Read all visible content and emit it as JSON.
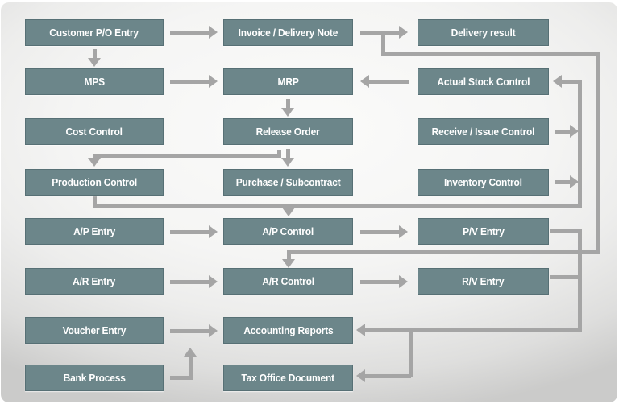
{
  "diagram": {
    "type": "flowchart",
    "colors": {
      "node_fill": "#6c868a",
      "node_text": "#ffffff",
      "connector": "#a5a5a5",
      "background_center": "#fafaf9",
      "background_edge": "#cbcbca"
    },
    "nodes": [
      {
        "name": "customer-po-entry",
        "label": "Customer P/O Entry",
        "col": 1,
        "row": 1
      },
      {
        "name": "invoice-delivery-note",
        "label": "Invoice / Delivery Note",
        "col": 2,
        "row": 1
      },
      {
        "name": "delivery-result",
        "label": "Delivery result",
        "col": 3,
        "row": 1
      },
      {
        "name": "mps",
        "label": "MPS",
        "col": 1,
        "row": 2
      },
      {
        "name": "mrp",
        "label": "MRP",
        "col": 2,
        "row": 2
      },
      {
        "name": "actual-stock-control",
        "label": "Actual Stock Control",
        "col": 3,
        "row": 2
      },
      {
        "name": "cost-control",
        "label": "Cost Control",
        "col": 1,
        "row": 3
      },
      {
        "name": "release-order",
        "label": "Release Order",
        "col": 2,
        "row": 3
      },
      {
        "name": "receive-issue-control",
        "label": "Receive / Issue Control",
        "col": 3,
        "row": 3
      },
      {
        "name": "production-control",
        "label": "Production Control",
        "col": 1,
        "row": 4
      },
      {
        "name": "purchase-subcontract",
        "label": "Purchase / Subcontract",
        "col": 2,
        "row": 4
      },
      {
        "name": "inventory-control",
        "label": "Inventory Control",
        "col": 3,
        "row": 4
      },
      {
        "name": "ap-entry",
        "label": "A/P Entry",
        "col": 1,
        "row": 5
      },
      {
        "name": "ap-control",
        "label": "A/P Control",
        "col": 2,
        "row": 5
      },
      {
        "name": "pv-entry",
        "label": "P/V Entry",
        "col": 3,
        "row": 5
      },
      {
        "name": "ar-entry",
        "label": "A/R Entry",
        "col": 1,
        "row": 6
      },
      {
        "name": "ar-control",
        "label": "A/R Control",
        "col": 2,
        "row": 6
      },
      {
        "name": "rv-entry",
        "label": "R/V Entry",
        "col": 3,
        "row": 6
      },
      {
        "name": "voucher-entry",
        "label": "Voucher Entry",
        "col": 1,
        "row": 7
      },
      {
        "name": "accounting-reports",
        "label": "Accounting Reports",
        "col": 2,
        "row": 7
      },
      {
        "name": "bank-process",
        "label": "Bank Process",
        "col": 1,
        "row": 8
      },
      {
        "name": "tax-office-document",
        "label": "Tax Office Document",
        "col": 2,
        "row": 8
      }
    ],
    "edges": [
      "customer-po-entry -> invoice-delivery-note",
      "customer-po-entry -> mps",
      "invoice-delivery-note -> delivery-result",
      "invoice-delivery-note -> ar-control",
      "mps -> mrp",
      "actual-stock-control -> mrp",
      "mrp -> release-order",
      "release-order -> purchase-subcontract",
      "release-order -> production-control",
      "receive-issue-control -> actual-stock-control",
      "inventory-control -> actual-stock-control",
      "production-control -> ap-control",
      "ap-entry -> ap-control",
      "ap-control -> pv-entry",
      "ar-entry -> ar-control",
      "ar-control -> rv-entry",
      "pv-entry -> accounting-reports",
      "rv-entry -> accounting-reports",
      "pv-entry -> tax-office-document",
      "voucher-entry -> accounting-reports",
      "bank-process -> voucher-entry"
    ]
  }
}
